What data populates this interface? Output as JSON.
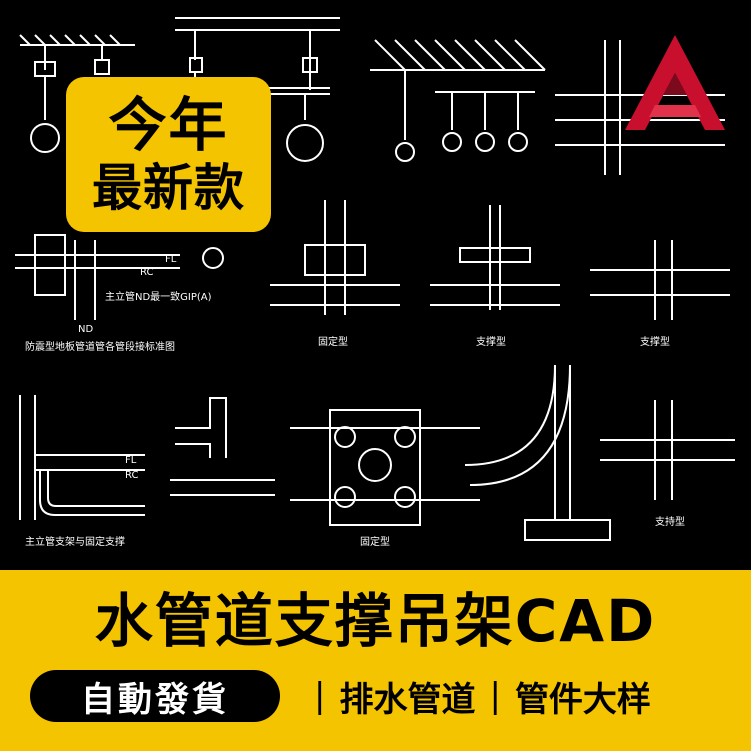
{
  "badge": {
    "line1": "今年",
    "line2": "最新款"
  },
  "title": "水管道支撑吊架CAD",
  "pill_label": "自動發貨",
  "tags": [
    "排水管道",
    "管件大样"
  ],
  "separator": "|",
  "logo_letter": "A",
  "colors": {
    "accent": "#f5c400",
    "cad_red": "#c8102e",
    "background": "#000000",
    "lines": "#ffffff"
  },
  "drawing_labels": {
    "rc": "RC",
    "fl": "FL",
    "nd_label": "ND",
    "pipe_note": "主立管ND最一致GIP(A)",
    "caption_1": "防震型地板管道管各管段接标准图",
    "caption_fixed_1": "固定型",
    "caption_support_1": "支撑型",
    "caption_support_2": "支撑型",
    "caption_riser": "主立管支架与固定支撑",
    "caption_fixed_2": "固定型",
    "caption_support_3": "支持型"
  }
}
